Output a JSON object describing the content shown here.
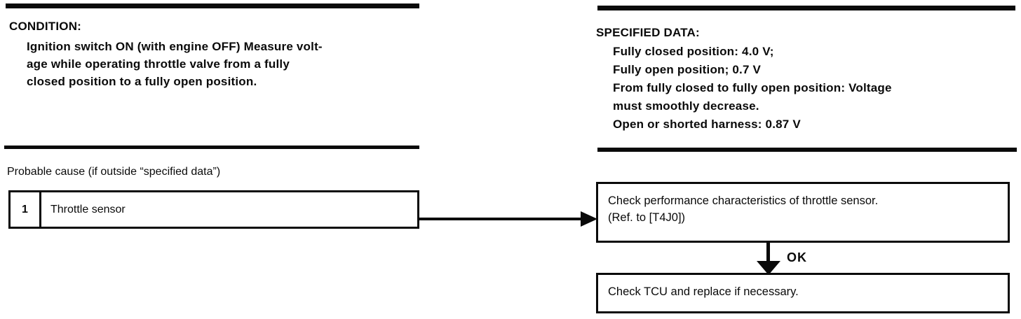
{
  "page": {
    "background": "#ffffff",
    "ink": "#0a0a0a"
  },
  "condition": {
    "heading": "CONDITION:",
    "lines": [
      "Ignition switch ON (with engine OFF) Measure volt-",
      "age while operating throttle valve from a fully",
      "closed position to a fully open position."
    ]
  },
  "specified_data": {
    "heading": "SPECIFIED DATA:",
    "lines": [
      "Fully closed position: 4.0 V;",
      "Fully open position; 0.7 V",
      "From fully closed to fully open position: Voltage",
      "must smoothly decrease.",
      "Open or shorted harness: 0.87 V"
    ]
  },
  "probable_cause": {
    "label": "Probable cause (if outside “specified data”)",
    "rows": [
      {
        "num": "1",
        "cause": "Throttle sensor"
      }
    ]
  },
  "flowchart": {
    "step1": {
      "line1": "Check performance characteristics of throttle sensor.",
      "line2": "(Ref. to [T4J0])"
    },
    "ok_label": "OK",
    "step2": "Check TCU and replace if necessary."
  }
}
